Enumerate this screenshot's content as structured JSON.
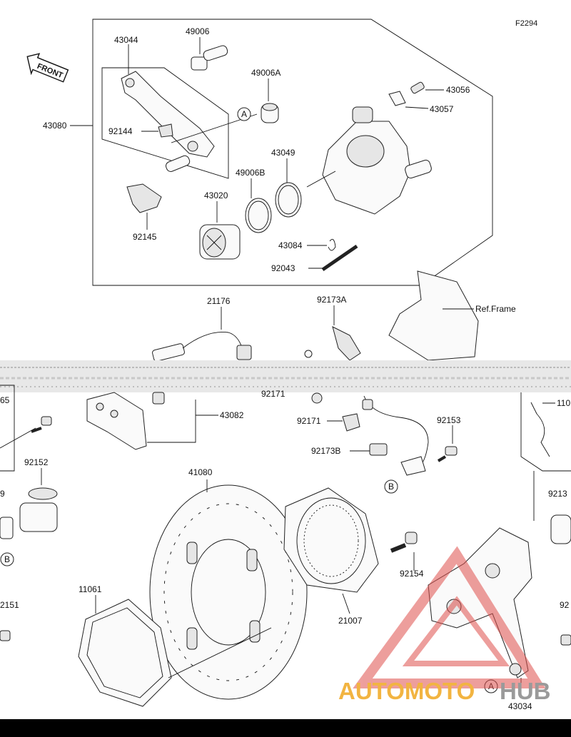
{
  "figure_code": "F2294",
  "front_label": "FRONT",
  "parts": {
    "p43044": "43044",
    "p49006": "49006",
    "p49006A": "49006A",
    "p43056": "43056",
    "p43057": "43057",
    "p43080": "43080",
    "p92144": "92144",
    "p43049": "43049",
    "p49006B": "49006B",
    "p43020": "43020",
    "p92145": "92145",
    "p43084": "43084",
    "p92043": "92043",
    "p21176": "21176",
    "p92173A": "92173A",
    "ref_frame": "Ref.Frame",
    "p43082": "43082",
    "p92171a": "92171",
    "p92171b": "92171",
    "p92153": "92153",
    "p92173B": "92173B",
    "p41080": "41080",
    "p92152": "92152",
    "p65": "65",
    "p9": "9",
    "p11061": "11061",
    "p21007": "21007",
    "p92154": "92154",
    "p2151": "2151",
    "p9213": "9213",
    "p110": "110",
    "p92": "92",
    "p43034": "43034"
  },
  "callouts": {
    "a1": "A",
    "a2": "A",
    "b1": "B",
    "b2": "B"
  },
  "watermark": {
    "text_a": "AUTOMOTO",
    "text_b": "HUB",
    "color_a": "#f2b441",
    "color_b": "#9a9a9a",
    "logo_color": "#e0504c"
  }
}
